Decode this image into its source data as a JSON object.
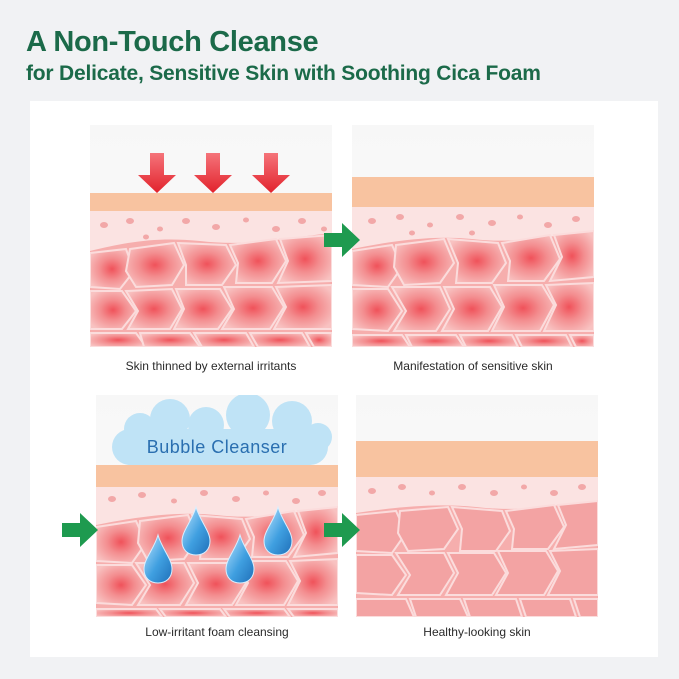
{
  "header": {
    "title": "A Non-Touch Cleanse",
    "subtitle": "for Delicate, Sensitive Skin with Soothing Cica Foam"
  },
  "panels": [
    {
      "caption": "Skin thinned by external irritants"
    },
    {
      "caption": "Manifestation of sensitive skin"
    },
    {
      "caption": "Low-irritant foam cleansing",
      "cloud_label": "Bubble Cleanser"
    },
    {
      "caption": "Healthy-looking skin"
    }
  ],
  "colors": {
    "title": "#1b6a49",
    "arrow_green": "#1e9a4f",
    "irritant_arrow": "#e8363f",
    "stratum": "#f8c3a0",
    "dermis_cells": "#f29a98",
    "cloud": "#bfe3f6",
    "droplet": "#3f9fe0"
  }
}
